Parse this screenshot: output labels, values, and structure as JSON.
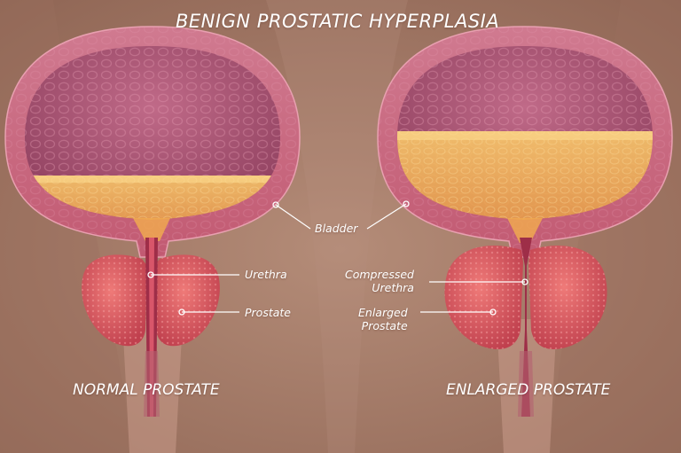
{
  "title": "BENIGN PROSTATIC HYPERPLASIA",
  "panels": {
    "normal": {
      "caption": "NORMAL PROSTATE",
      "labels": {
        "urethra": "Urethra",
        "prostate": "Prostate"
      }
    },
    "enlarged": {
      "caption": "ENLARGED PROSTATE",
      "labels": {
        "compressed_urethra": [
          "Compressed",
          "Urethra"
        ],
        "enlarged_prostate": [
          "Enlarged",
          "Prostate"
        ]
      }
    }
  },
  "shared_labels": {
    "bladder": "Bladder"
  },
  "colors": {
    "background": "#a77c68",
    "bladder_wall": "#c9657e",
    "bladder_interior": "#b25a78",
    "urine": "#f2b25a",
    "prostate": "#d9565d",
    "urethra": "#a8324a",
    "leader_line": "#ffffff"
  }
}
